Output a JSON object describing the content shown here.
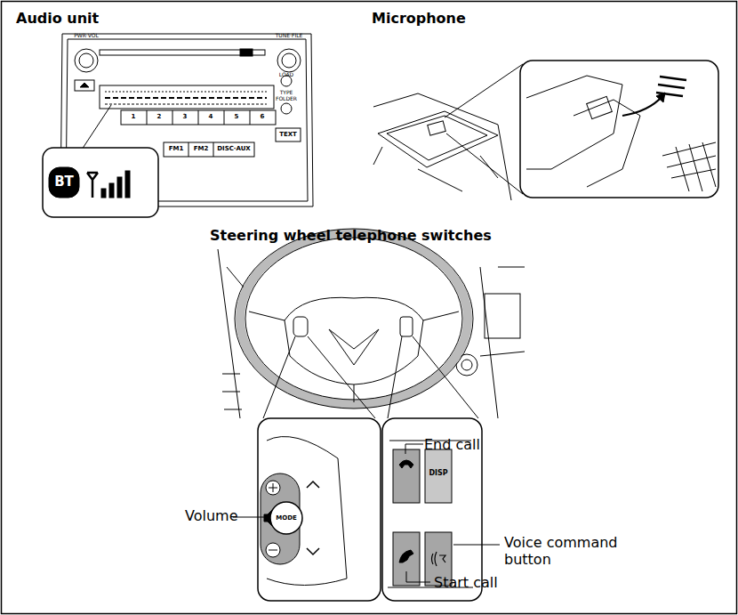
{
  "diagram": {
    "labels": [
      "Audio unit",
      "Microphone",
      "PWR·VOL",
      "TUNE·FILE",
      "LOAD",
      "TYPE FOLDER",
      "TEXT",
      "1",
      "2",
      "3",
      "4",
      "5",
      "6",
      "FM1",
      "FM2",
      "DISC·AUX",
      "BT",
      "Steering wheel telephone switches",
      "MODE",
      "DISP",
      "Volume",
      "End call",
      "Voice command button",
      "Start call"
    ]
  }
}
